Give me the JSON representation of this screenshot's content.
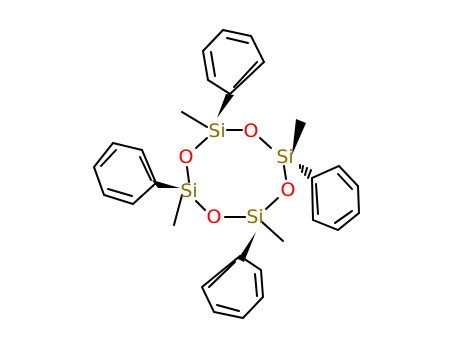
{
  "atoms": {
    "si1": {
      "label": "Si",
      "color": "#8a6f00"
    },
    "si2": {
      "label": "Si",
      "color": "#8a6f00"
    },
    "si3": {
      "label": "Si",
      "color": "#8a6f00"
    },
    "si4": {
      "label": "Si",
      "color": "#8a6f00"
    },
    "o1": {
      "label": "O",
      "color": "#ff0000"
    },
    "o2": {
      "label": "O",
      "color": "#ff0000"
    },
    "o3": {
      "label": "O",
      "color": "#ff0000"
    },
    "o4": {
      "label": "O",
      "color": "#ff0000"
    }
  },
  "colors": {
    "bond": "#000000",
    "silicon": "#8a6f00",
    "oxygen": "#ff0000"
  }
}
